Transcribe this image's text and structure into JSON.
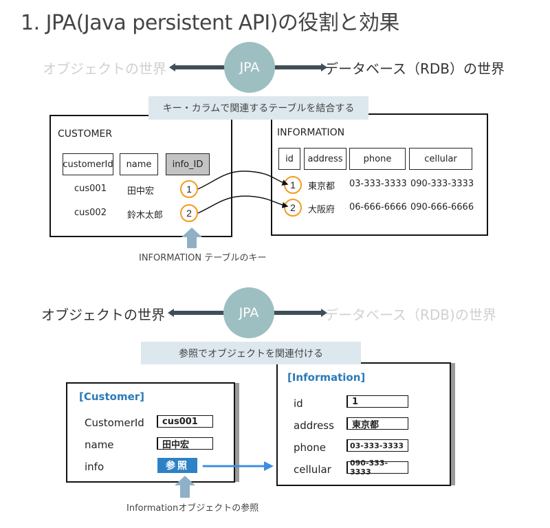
{
  "title": "1. JPA(Java persistent API)の役割と効果",
  "section1": {
    "left_world": "オブジェクトの世界",
    "jpa_label": "JPA",
    "right_world": "データベース（RDB）の世界",
    "banner": "キー・カラムで関連するテーブルを結合する",
    "customer_table": {
      "name": "CUSTOMER",
      "columns": [
        "customerId",
        "name",
        "info_ID"
      ],
      "rows": [
        {
          "customerId": "cus001",
          "name": "田中宏",
          "info_ID": "1"
        },
        {
          "customerId": "cus002",
          "name": "鈴木太郎",
          "info_ID": "2"
        }
      ]
    },
    "information_table": {
      "name": "INFORMATION",
      "columns": [
        "id",
        "address",
        "phone",
        "cellular"
      ],
      "rows": [
        {
          "id": "1",
          "address": "東京都",
          "phone": "03-333-3333",
          "cellular": "090-333-3333"
        },
        {
          "id": "2",
          "address": "大阪府",
          "phone": "06-666-6666",
          "cellular": "090-666-6666"
        }
      ]
    },
    "key_caption": "INFORMATION テーブルのキー"
  },
  "section2": {
    "left_world": "オブジェクトの世界",
    "jpa_label": "JPA",
    "right_world": "データベース（RDB)の世界",
    "banner": "参照でオブジェクトを関連付ける",
    "customer_object": {
      "title": "[Customer]",
      "fields": [
        {
          "label": "CustomerId",
          "value": "cus001"
        },
        {
          "label": "name",
          "value": "田中宏"
        },
        {
          "label": "info",
          "value": "参照"
        }
      ]
    },
    "information_object": {
      "title": "[Information]",
      "fields": [
        {
          "label": "id",
          "value": "1"
        },
        {
          "label": "address",
          "value": "東京都"
        },
        {
          "label": "phone",
          "value": "03-333-3333"
        },
        {
          "label": "cellular",
          "value": "090-333-3333"
        }
      ]
    },
    "ref_caption": "Informationオブジェクトの参照"
  },
  "colors": {
    "jpa_circle": "#9dbfc1",
    "arrow_bar": "#3f4f57",
    "banner_bg": "#dde7ee",
    "key_circle": "#f29a1e",
    "object_title": "#2a7ab8",
    "ref_button": "#2d82c6",
    "pointer_arrow": "#8fb0c6"
  }
}
